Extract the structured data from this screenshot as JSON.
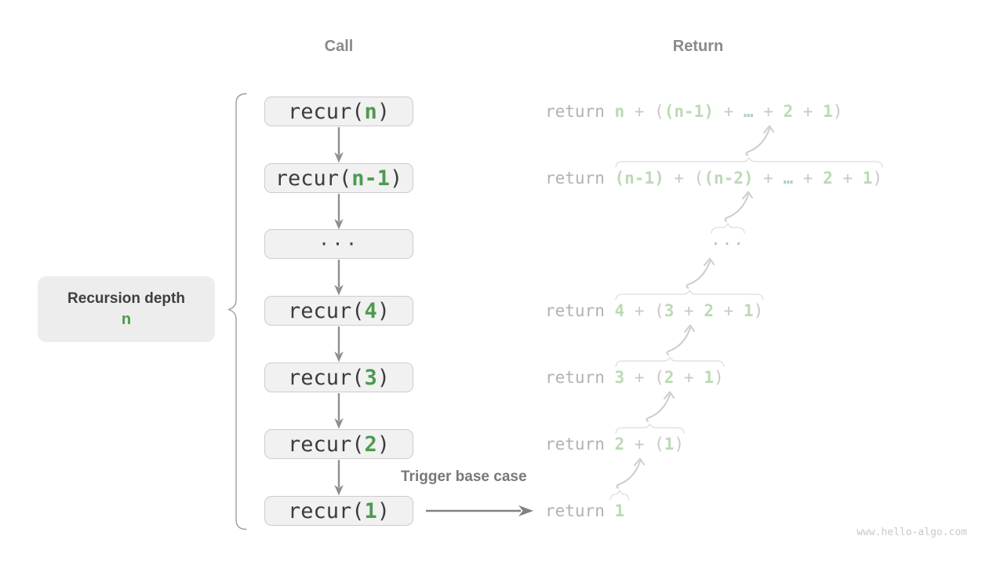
{
  "headers": {
    "call": "Call",
    "return": "Return"
  },
  "depth_label": {
    "line1": "Recursion depth",
    "line2": "n"
  },
  "trigger_label": "Trigger base case",
  "watermark": "www.hello-algo.com",
  "colors": {
    "green_accent": "#4c9a50",
    "light_green": "#bcd9b6",
    "pale_teal": "#a9d0c6",
    "box_fill": "#f1f1f1",
    "box_border": "#cccccc",
    "arrow_gray": "#8f8f8f",
    "faint_gray": "#cdcdcd"
  },
  "call_stack": [
    {
      "tokens": [
        {
          "t": "recur(",
          "c": "code"
        },
        {
          "t": "n",
          "c": "green"
        },
        {
          "t": ")",
          "c": "code"
        }
      ]
    },
    {
      "tokens": [
        {
          "t": "recur(",
          "c": "code"
        },
        {
          "t": "n-1",
          "c": "green"
        },
        {
          "t": ")",
          "c": "code"
        }
      ]
    },
    {
      "tokens": [
        {
          "t": "···",
          "c": "dots"
        }
      ]
    },
    {
      "tokens": [
        {
          "t": "recur(",
          "c": "code"
        },
        {
          "t": "4",
          "c": "green"
        },
        {
          "t": ")",
          "c": "code"
        }
      ]
    },
    {
      "tokens": [
        {
          "t": "recur(",
          "c": "code"
        },
        {
          "t": "3",
          "c": "green"
        },
        {
          "t": ")",
          "c": "code"
        }
      ]
    },
    {
      "tokens": [
        {
          "t": "recur(",
          "c": "code"
        },
        {
          "t": "2",
          "c": "green"
        },
        {
          "t": ")",
          "c": "code"
        }
      ]
    },
    {
      "tokens": [
        {
          "t": "recur(",
          "c": "code"
        },
        {
          "t": "1",
          "c": "green"
        },
        {
          "t": ")",
          "c": "code"
        }
      ]
    }
  ],
  "returns": [
    {
      "keyword": "return ",
      "brace": false,
      "expr_tokens": [
        {
          "t": "n",
          "c": "g"
        },
        {
          "t": " + (",
          "c": "op"
        },
        {
          "t": "(n-1)",
          "c": "g"
        },
        {
          "t": " + ",
          "c": "op"
        },
        {
          "t": "…",
          "c": "e"
        },
        {
          "t": " + ",
          "c": "op"
        },
        {
          "t": "2",
          "c": "g"
        },
        {
          "t": " + ",
          "c": "op"
        },
        {
          "t": "1",
          "c": "g"
        },
        {
          "t": ")",
          "c": "op"
        }
      ]
    },
    {
      "keyword": "return ",
      "brace": true,
      "expr_tokens": [
        {
          "t": "(n-1)",
          "c": "g"
        },
        {
          "t": " + (",
          "c": "op"
        },
        {
          "t": "(n-2)",
          "c": "g"
        },
        {
          "t": " + ",
          "c": "op"
        },
        {
          "t": "…",
          "c": "e"
        },
        {
          "t": " + ",
          "c": "op"
        },
        {
          "t": "2",
          "c": "g"
        },
        {
          "t": " + ",
          "c": "op"
        },
        {
          "t": "1",
          "c": "g"
        },
        {
          "t": ")",
          "c": "op"
        }
      ]
    },
    {
      "keyword": "",
      "brace": true,
      "dots": true,
      "expr_tokens": [
        {
          "t": "···",
          "c": "dots"
        }
      ]
    },
    {
      "keyword": "return ",
      "brace": true,
      "expr_tokens": [
        {
          "t": "4",
          "c": "g"
        },
        {
          "t": " + (",
          "c": "op"
        },
        {
          "t": "3",
          "c": "g"
        },
        {
          "t": " + ",
          "c": "op"
        },
        {
          "t": "2",
          "c": "g"
        },
        {
          "t": " + ",
          "c": "op"
        },
        {
          "t": "1",
          "c": "g"
        },
        {
          "t": ")",
          "c": "op"
        }
      ]
    },
    {
      "keyword": "return ",
      "brace": true,
      "expr_tokens": [
        {
          "t": "3",
          "c": "g"
        },
        {
          "t": " + (",
          "c": "op"
        },
        {
          "t": "2",
          "c": "g"
        },
        {
          "t": " + ",
          "c": "op"
        },
        {
          "t": "1",
          "c": "g"
        },
        {
          "t": ")",
          "c": "op"
        }
      ]
    },
    {
      "keyword": "return ",
      "brace": true,
      "expr_tokens": [
        {
          "t": "2",
          "c": "g"
        },
        {
          "t": " + (",
          "c": "op"
        },
        {
          "t": "1",
          "c": "g"
        },
        {
          "t": ")",
          "c": "op"
        }
      ]
    },
    {
      "keyword": "return ",
      "brace": true,
      "expr_tokens": [
        {
          "t": "1",
          "c": "g"
        }
      ]
    }
  ]
}
